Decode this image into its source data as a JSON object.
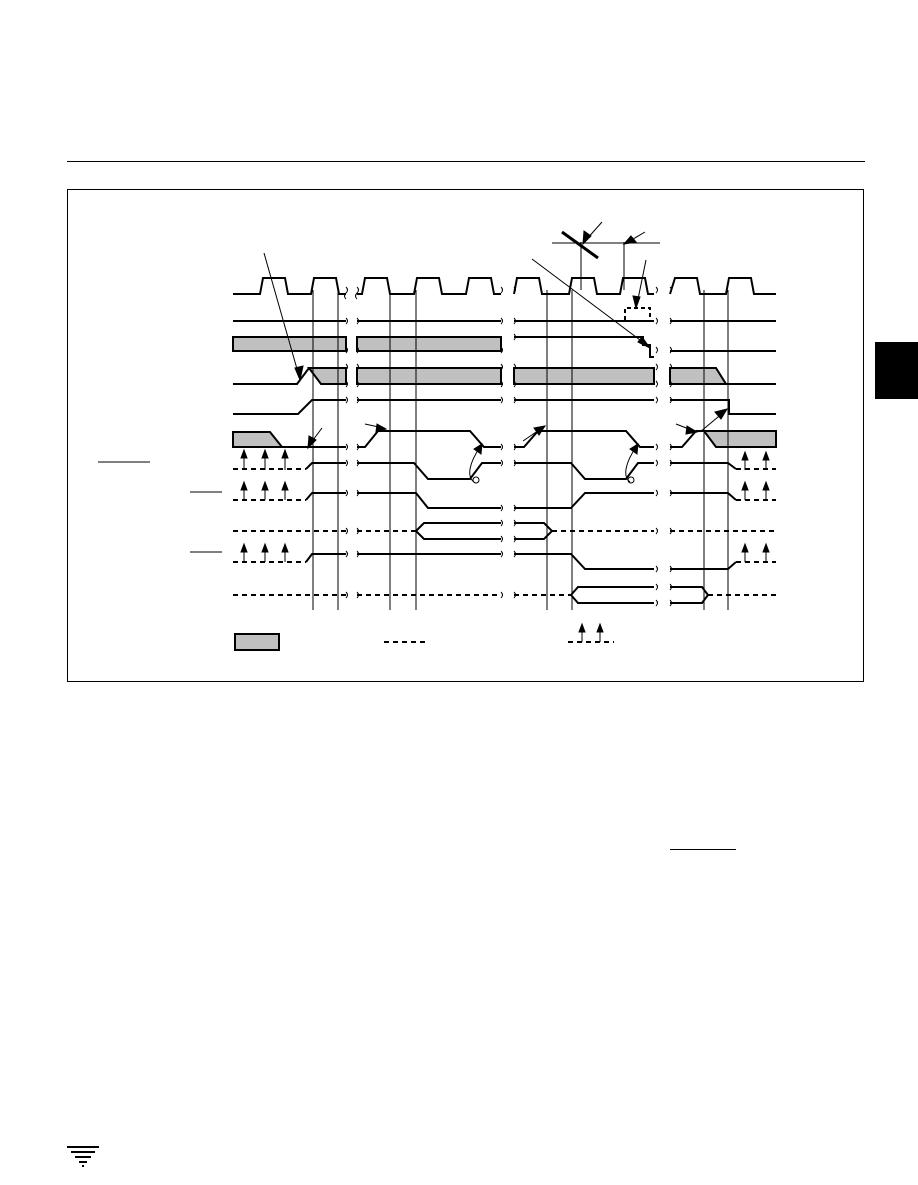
{
  "page": {
    "section_tab_color": "#000000",
    "rule_color": "#000000"
  },
  "figure": {
    "kind": "bus timing diagram",
    "shaded_fill": "#c0c0c0",
    "legend": [
      "shaded",
      "dashed",
      "arrows"
    ]
  },
  "logo": {
    "icon": "company-logo-icon"
  }
}
